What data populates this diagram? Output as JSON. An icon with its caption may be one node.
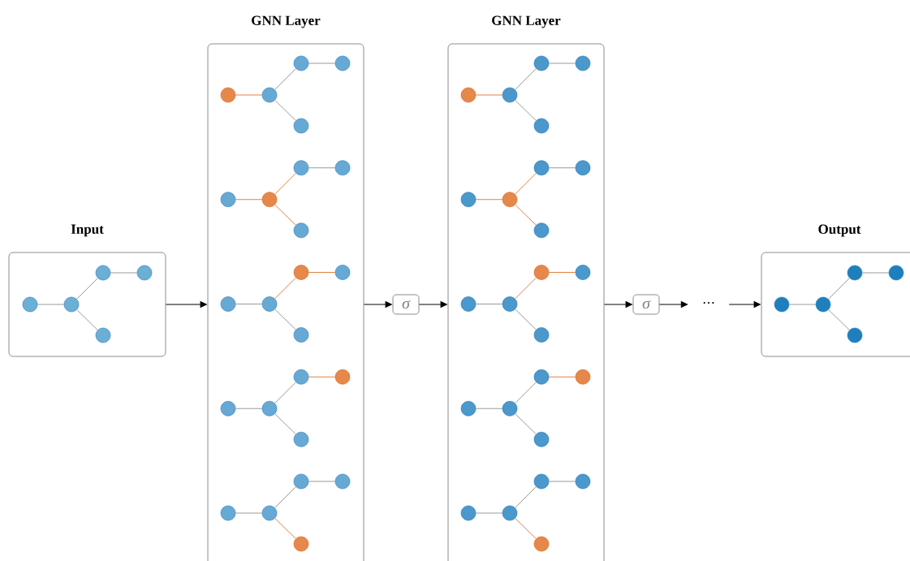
{
  "diagram": {
    "nodes": [
      {
        "text": [
          "Input"
        ]
      },
      {
        "text": [],
        "shape": "circle",
        "in": 0
      },
      {
        "text": [],
        "shape": "circle",
        "in": 0
      },
      {
        "text": [],
        "shape": "circle",
        "in": 0
      },
      {
        "text": [],
        "shape": "circle",
        "in": 0
      },
      {
        "text": [],
        "shape": "circle",
        "in": 0
      },
      {
        "text": [
          "GNN Layer"
        ]
      },
      {
        "text": [],
        "shape": "circle",
        "in": 6
      },
      {
        "text": [],
        "shape": "circle",
        "in": 6
      },
      {
        "text": [],
        "shape": "circle",
        "in": 6
      },
      {
        "text": [],
        "shape": "circle",
        "in": 6
      },
      {
        "text": [],
        "shape": "circle",
        "in": 6
      },
      {
        "text": [],
        "shape": "circle",
        "in": 6
      },
      {
        "text": [],
        "shape": "circle",
        "in": 6
      },
      {
        "text": [],
        "shape": "circle",
        "in": 6
      },
      {
        "text": [],
        "shape": "circle",
        "in": 6
      },
      {
        "text": [],
        "shape": "circle",
        "in": 6
      },
      {
        "text": [],
        "shape": "circle",
        "in": 6
      },
      {
        "text": [],
        "shape": "circle",
        "in": 6
      },
      {
        "text": [],
        "shape": "circle",
        "in": 6
      },
      {
        "text": [],
        "shape": "circle",
        "in": 6
      },
      {
        "text": [],
        "shape": "circle",
        "in": 6
      },
      {
        "text": [],
        "shape": "circle",
        "in": 6
      },
      {
        "text": [],
        "shape": "circle",
        "in": 6
      },
      {
        "text": [],
        "shape": "circle",
        "in": 6
      },
      {
        "text": [],
        "shape": "circle",
        "in": 6
      },
      {
        "text": [],
        "shape": "circle",
        "in": 6
      },
      {
        "text": [],
        "shape": "circle",
        "in": 6
      },
      {
        "text": [],
        "shape": "circle",
        "in": 6
      },
      {
        "text": [],
        "shape": "circle",
        "in": 6
      },
      {
        "text": [],
        "shape": "circle",
        "in": 6
      },
      {
        "text": [],
        "shape": "circle",
        "in": 6
      },
      {
        "text": [
          "σ"
        ]
      },
      {
        "text": [
          "GNN Layer"
        ]
      },
      {
        "text": [],
        "shape": "circle",
        "in": 33
      },
      {
        "text": [],
        "shape": "circle",
        "in": 33
      },
      {
        "text": [],
        "shape": "circle",
        "in": 33
      },
      {
        "text": [],
        "shape": "circle",
        "in": 33
      },
      {
        "text": [],
        "shape": "circle",
        "in": 33
      },
      {
        "text": [],
        "shape": "circle",
        "in": 33
      },
      {
        "text": [],
        "shape": "circle",
        "in": 33
      },
      {
        "text": [],
        "shape": "circle",
        "in": 33
      },
      {
        "text": [],
        "shape": "circle",
        "in": 33
      },
      {
        "text": [],
        "shape": "circle",
        "in": 33
      },
      {
        "text": [],
        "shape": "circle",
        "in": 33
      },
      {
        "text": [],
        "shape": "circle",
        "in": 33
      },
      {
        "text": [],
        "shape": "circle",
        "in": 33
      },
      {
        "text": [],
        "shape": "circle",
        "in": 33
      },
      {
        "text": [],
        "shape": "circle",
        "in": 33
      },
      {
        "text": [],
        "shape": "circle",
        "in": 33
      },
      {
        "text": [],
        "shape": "circle",
        "in": 33
      },
      {
        "text": [],
        "shape": "circle",
        "in": 33
      },
      {
        "text": [],
        "shape": "circle",
        "in": 33
      },
      {
        "text": [],
        "shape": "circle",
        "in": 33
      },
      {
        "text": [],
        "shape": "circle",
        "in": 33
      },
      {
        "text": [],
        "shape": "circle",
        "in": 33
      },
      {
        "text": [],
        "shape": "circle",
        "in": 33
      },
      {
        "text": [],
        "shape": "circle",
        "in": 33
      },
      {
        "text": [],
        "shape": "circle",
        "in": 33
      },
      {
        "text": [
          "σ"
        ]
      },
      {
        "text": [
          "⋯"
        ]
      },
      {
        "text": [
          "Output"
        ]
      },
      {
        "text": [],
        "shape": "circle",
        "in": 61
      },
      {
        "text": [],
        "shape": "circle",
        "in": 61
      },
      {
        "text": [],
        "shape": "circle",
        "in": 61
      },
      {
        "text": [],
        "shape": "circle",
        "in": 61
      },
      {
        "text": [],
        "shape": "circle",
        "in": 61
      }
    ],
    "edges": [
      {
        "from": 0,
        "to": 6,
        "arrow": "to",
        "color": "#000000"
      },
      {
        "from": 6,
        "to": 32,
        "arrow": "to",
        "color": "#000000"
      },
      {
        "from": 32,
        "to": 33,
        "arrow": "to",
        "color": "#000000"
      },
      {
        "from": 33,
        "to": 59,
        "arrow": "to",
        "color": "#000000"
      },
      {
        "from": 59,
        "to": 60,
        "arrow": "to",
        "color": "#000000"
      },
      {
        "from": 60,
        "to": 61,
        "arrow": "to",
        "color": "#000000"
      },
      {
        "from": 1,
        "to": 2,
        "arrow": "none"
      },
      {
        "from": 2,
        "to": 3,
        "arrow": "none"
      },
      {
        "from": 3,
        "to": 4,
        "arrow": "none"
      },
      {
        "from": 2,
        "to": 5,
        "arrow": "none"
      },
      {
        "from": 7,
        "to": 8,
        "arrow": "none",
        "color": "#d95f0e"
      },
      {
        "from": 8,
        "to": 9,
        "arrow": "none"
      },
      {
        "from": 9,
        "to": 10,
        "arrow": "none"
      },
      {
        "from": 8,
        "to": 11,
        "arrow": "none"
      },
      {
        "from": 12,
        "to": 13,
        "arrow": "none",
        "color": "#d95f0e"
      },
      {
        "from": 13,
        "to": 14,
        "arrow": "none",
        "color": "#d95f0e"
      },
      {
        "from": 14,
        "to": 15,
        "arrow": "none"
      },
      {
        "from": 13,
        "to": 16,
        "arrow": "none",
        "color": "#d95f0e"
      },
      {
        "from": 17,
        "to": 18,
        "arrow": "none"
      },
      {
        "from": 18,
        "to": 19,
        "arrow": "none",
        "color": "#d95f0e"
      },
      {
        "from": 19,
        "to": 20,
        "arrow": "none",
        "color": "#d95f0e"
      },
      {
        "from": 18,
        "to": 21,
        "arrow": "none"
      },
      {
        "from": 22,
        "to": 23,
        "arrow": "none"
      },
      {
        "from": 23,
        "to": 24,
        "arrow": "none"
      },
      {
        "from": 24,
        "to": 25,
        "arrow": "none",
        "color": "#d95f0e"
      },
      {
        "from": 23,
        "to": 26,
        "arrow": "none"
      },
      {
        "from": 27,
        "to": 28,
        "arrow": "none"
      },
      {
        "from": 28,
        "to": 29,
        "arrow": "none"
      },
      {
        "from": 29,
        "to": 30,
        "arrow": "none"
      },
      {
        "from": 28,
        "to": 31,
        "arrow": "none",
        "color": "#d95f0e"
      },
      {
        "from": 34,
        "to": 35,
        "arrow": "none",
        "color": "#d95f0e"
      },
      {
        "from": 35,
        "to": 36,
        "arrow": "none"
      },
      {
        "from": 36,
        "to": 37,
        "arrow": "none"
      },
      {
        "from": 35,
        "to": 38,
        "arrow": "none"
      },
      {
        "from": 39,
        "to": 40,
        "arrow": "none",
        "color": "#d95f0e"
      },
      {
        "from": 40,
        "to": 41,
        "arrow": "none",
        "color": "#d95f0e"
      },
      {
        "from": 41,
        "to": 42,
        "arrow": "none"
      },
      {
        "from": 40,
        "to": 43,
        "arrow": "none",
        "color": "#d95f0e"
      },
      {
        "from": 44,
        "to": 45,
        "arrow": "none"
      },
      {
        "from": 45,
        "to": 46,
        "arrow": "none",
        "color": "#d95f0e"
      },
      {
        "from": 46,
        "to": 47,
        "arrow": "none",
        "color": "#d95f0e"
      },
      {
        "from": 45,
        "to": 48,
        "arrow": "none"
      },
      {
        "from": 49,
        "to": 50,
        "arrow": "none"
      },
      {
        "from": 50,
        "to": 51,
        "arrow": "none"
      },
      {
        "from": 51,
        "to": 52,
        "arrow": "none",
        "color": "#d95f0e"
      },
      {
        "from": 50,
        "to": 53,
        "arrow": "none"
      },
      {
        "from": 54,
        "to": 55,
        "arrow": "none"
      },
      {
        "from": 55,
        "to": 56,
        "arrow": "none"
      },
      {
        "from": 56,
        "to": 57,
        "arrow": "none"
      },
      {
        "from": 55,
        "to": 58,
        "arrow": "none",
        "color": "#d95f0e"
      },
      {
        "from": 62,
        "to": 63,
        "arrow": "none"
      },
      {
        "from": 63,
        "to": 64,
        "arrow": "none"
      },
      {
        "from": 64,
        "to": 65,
        "arrow": "none"
      },
      {
        "from": 63,
        "to": 66,
        "arrow": "none"
      }
    ]
  }
}
